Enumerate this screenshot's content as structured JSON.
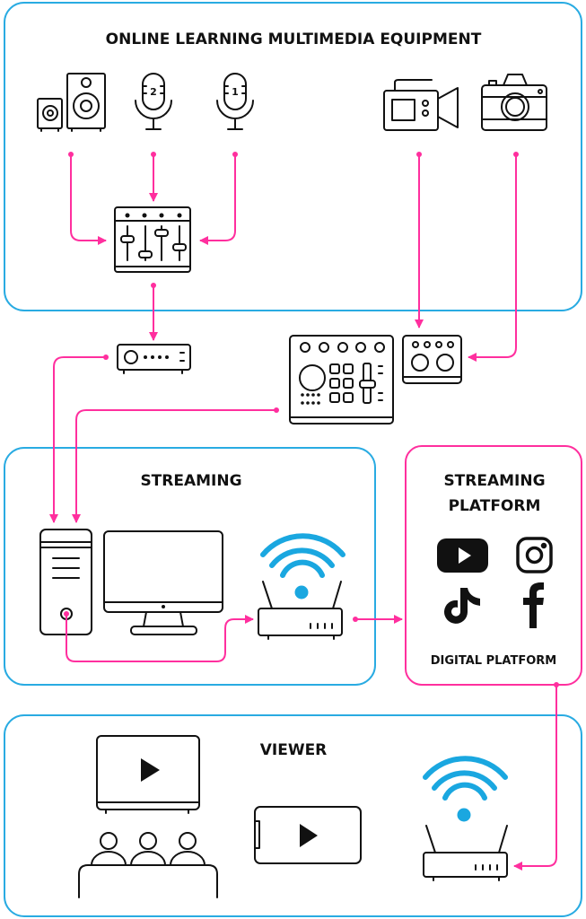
{
  "sections": {
    "equipment": {
      "title": "ONLINE LEARNING MULTIMEDIA EQUIPMENT"
    },
    "streaming": {
      "title": "STREAMING"
    },
    "platform": {
      "title_line1": "STREAMING",
      "title_line2": "PLATFORM",
      "footer": "DIGITAL PLATFORM"
    },
    "viewer": {
      "title": "VIEWER"
    }
  },
  "icons": {
    "mic_a_label": "2",
    "mic_b_label": "1",
    "platforms": [
      "youtube-icon",
      "instagram-icon",
      "tiktok-icon",
      "facebook-icon"
    ]
  },
  "colors": {
    "section_border": "#29abe2",
    "connector": "#ff2f9e",
    "wifi": "#1aa7e0",
    "platform_border": "#ff2f9e"
  }
}
